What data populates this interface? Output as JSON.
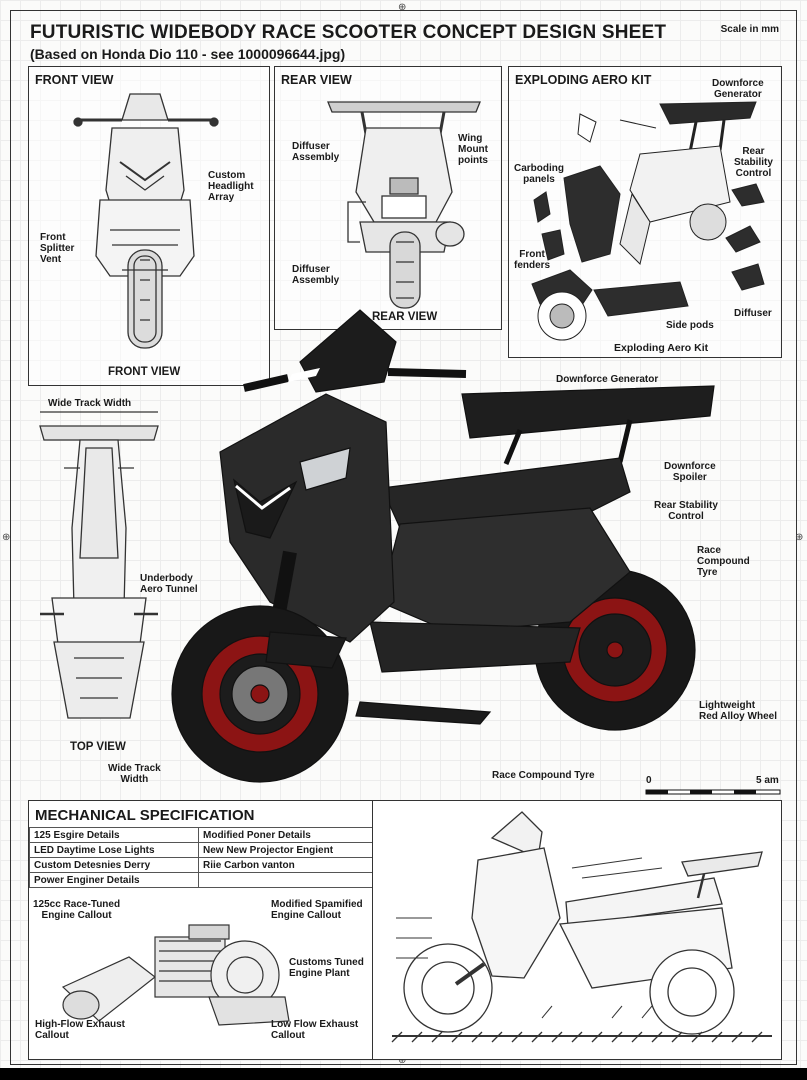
{
  "header": {
    "title": "FUTURISTIC WIDEBODY RACE SCOOTER CONCEPT DESIGN SHEET",
    "subtitle": "(Based on Honda Dio 110 - see 1000096644.jpg)",
    "scale_note": "Scale in mm"
  },
  "front_view": {
    "heading": "FRONT VIEW",
    "caption": "FRONT VIEW",
    "labels": [
      "Custom\nHeadlight\nArray",
      "Front\nSplitter\nVent"
    ]
  },
  "rear_view": {
    "heading": "REAR VIEW",
    "caption": "REAR VIEW",
    "labels": [
      "Diffuser\nAssembly",
      "Wing\nMount\npoints",
      "Diffuser\nAssembly"
    ]
  },
  "aero_kit": {
    "heading": "EXPLODING AERO KIT",
    "caption": "Exploding Aero Kit",
    "labels": [
      "Downforce\nGenerator",
      "Carboding\npanels",
      "Rear\nStability\nControl",
      "Front\nfenders",
      "Side pods",
      "Diffuser"
    ]
  },
  "top_view": {
    "caption": "TOP VIEW",
    "labels": [
      "Wide Track Width",
      "Underbody\nAero Tunnel",
      "Wide Track\nWidth"
    ]
  },
  "main_render": {
    "labels": [
      "Downforce Generator",
      "Downforce\nSpoiler",
      "Rear Stability\nControl",
      "Race\nCompound\nTyre",
      "Lightweight\nRed Alloy Wheel",
      "Race Compound Tyre"
    ]
  },
  "scale_bar": {
    "start": "0",
    "end": "5 am"
  },
  "spec": {
    "title": "MECHANICAL SPECIFICATION",
    "rows": [
      [
        "125 Esgire Details",
        "Modified Poner Details"
      ],
      [
        "LED Daytime Lose Lights",
        "New New Projector Engient"
      ],
      [
        "Custom Detesnies Derry",
        "Riie Carbon vanton"
      ],
      [
        "Power Enginer Details",
        ""
      ]
    ],
    "callouts": [
      "125cc Race-Tuned\nEngine Callout",
      "Modified Spamified\nEngine Callout",
      "Customs Tuned\nEngine Plant",
      "High-Flow Exhaust\nCallout",
      "Low Flow Exhaust\nCallout"
    ]
  },
  "colors": {
    "body": "#2a2a2a",
    "wheel_accent": "#8c1414",
    "line": "#333333",
    "paper": "#fbfbfa"
  }
}
